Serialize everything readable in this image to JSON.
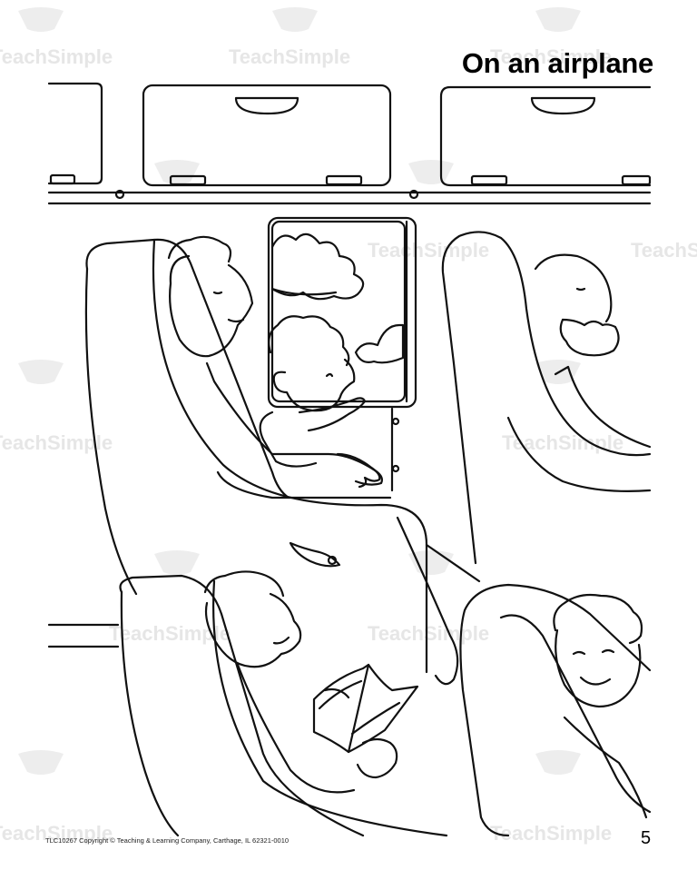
{
  "page": {
    "title": "On an airplane",
    "copyright": "TLC10267 Copyright © Teaching & Learning Company, Carthage, IL  62321-0010",
    "page_number": "5"
  },
  "watermark": {
    "text": "TeachSimple",
    "icon": "owl-logo-icon"
  },
  "illustration": {
    "icons": [
      "overhead-bin-icon",
      "airplane-window-icon",
      "cloud-icon",
      "seat-icon",
      "book-icon"
    ]
  }
}
